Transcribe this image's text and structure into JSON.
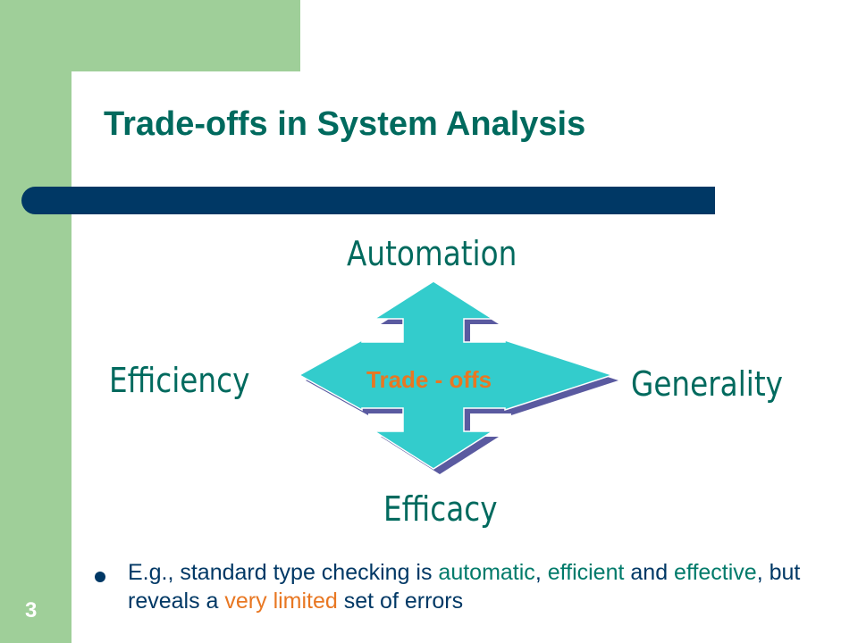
{
  "slide": {
    "title": "Trade-offs in System Analysis",
    "number": "3"
  },
  "diagram": {
    "top_label": "Automation",
    "left_label": "Efficiency",
    "right_label": "Generality",
    "bottom_label": "Efficacy",
    "center_label": "Trade - offs",
    "arrow_color": "#33cccc",
    "arrow_shadow_color": "#5a5aa0"
  },
  "bullet": {
    "t1": "E.g., standard type checking is ",
    "h1": "automatic",
    "t2": ", ",
    "h2": "efficient",
    "t3": " and ",
    "h3": "effective",
    "t4": ", but reveals a ",
    "h4": "very limited",
    "t5": " set of errors"
  },
  "colors": {
    "accent_green": "#9fcf99",
    "title_color": "#006a5e",
    "navy": "#003865",
    "orange": "#e87722"
  }
}
